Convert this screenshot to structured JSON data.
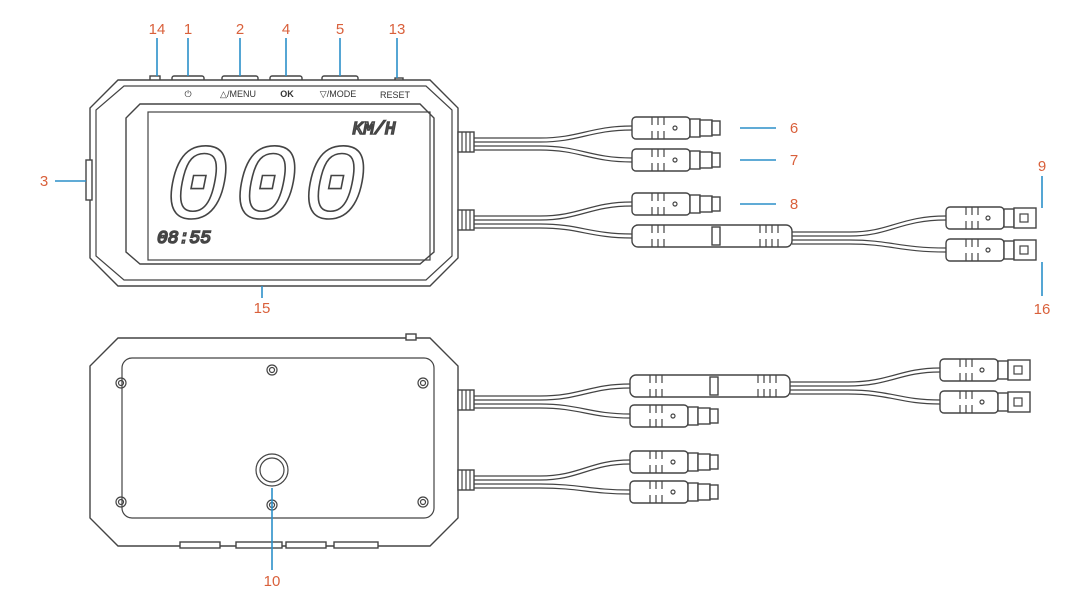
{
  "callouts": {
    "c14": "14",
    "c1": "1",
    "c2": "2",
    "c4": "4",
    "c5": "5",
    "c13": "13",
    "c3": "3",
    "c6": "6",
    "c7": "7",
    "c8": "8",
    "c9": "9",
    "c15": "15",
    "c16": "16",
    "c10": "10"
  },
  "buttons": {
    "power_symbol": "⏻",
    "menu": "△/MENU",
    "ok": "OK",
    "mode": "▽/MODE",
    "reset": "RESET"
  },
  "display": {
    "speed": "000",
    "unit": "KM/H",
    "time": "08:55"
  },
  "colors": {
    "callout_text": "#d9603b",
    "leader_line": "#2b8fc9",
    "outline": "#444444"
  }
}
